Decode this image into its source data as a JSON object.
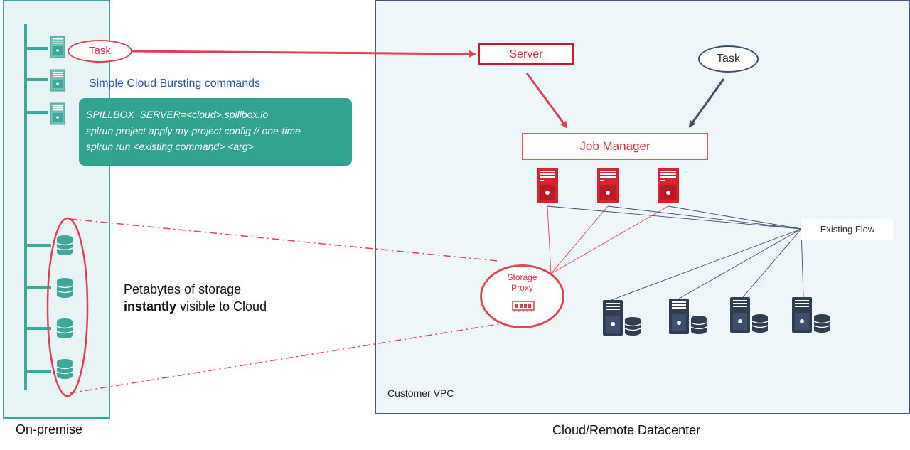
{
  "panels": {
    "onprem_label": "On-premise",
    "cloud_label": "Cloud/Remote Datacenter",
    "vpc_label": "Customer VPC"
  },
  "onprem": {
    "task_label": "Task",
    "bursting_title": "Simple Cloud Bursting commands",
    "commands": [
      "SPILLBOX_SERVER=<cloud>.spillbox.io",
      "splrun project apply my-project config // one-time",
      "splrun run <existing command> <arg>"
    ],
    "storage_line1": "Petabytes of storage",
    "storage_bold": "instantly",
    "storage_line2_rest": " visible to Cloud"
  },
  "cloud": {
    "server_label": "Server",
    "task_label": "Task",
    "job_manager_label": "Job Manager",
    "proxy_label": "Storage\nProxy",
    "existing_flow_label": "Existing Flow"
  },
  "colors": {
    "teal": "#3aa99a",
    "red": "#e0404f",
    "navy": "#3d4f6e",
    "command_box": "#31a391"
  },
  "icons": {
    "onprem_servers": "server-icon",
    "onprem_storage": "database-icon",
    "cloud_red_servers": "server-icon",
    "cloud_storage_servers": "server-with-database-icon",
    "proxy": "memory-chip-icon"
  }
}
